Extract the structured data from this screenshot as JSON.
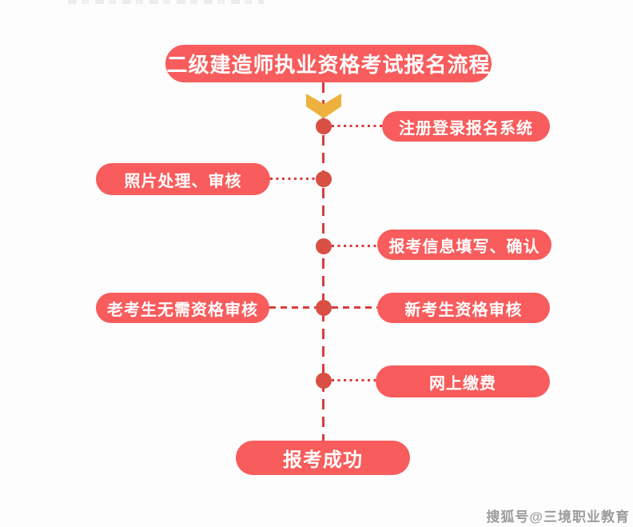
{
  "colors": {
    "pill_red": "#f85c5c",
    "line_red": "#da3b3b",
    "dot_red": "#d94f43",
    "chevron_yellow": "#efb13e",
    "text_white": "#ffffff",
    "watermark_gray": "#9c9c9c"
  },
  "flowchart": {
    "title": "二级建造师执业资格考试报名流程",
    "nodes": {
      "register": "注册登录报名系统",
      "photo": "照片处理、审核",
      "info": "报考信息填写、确认",
      "old_candidate": "老考生无需资格审核",
      "new_candidate": "新考生资格审核",
      "payment": "网上缴费",
      "success": "报考成功"
    }
  },
  "watermark": "搜狐号@三境职业教育"
}
